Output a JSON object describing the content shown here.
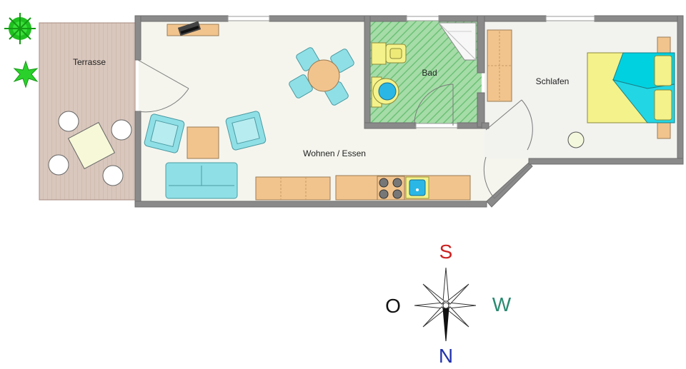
{
  "rooms": {
    "terrace": "Terrasse",
    "living": "Wohnen / Essen",
    "bath": "Bad",
    "bedroom": "Schlafen"
  },
  "compass": {
    "top": "S",
    "right": "W",
    "bottom": "N",
    "left": "O",
    "colors": {
      "S": "#cc2222",
      "W": "#2a8a70",
      "N": "#2233aa",
      "O": "#111111"
    }
  },
  "colors": {
    "wall": "#8a8a8a",
    "floor": "#f5f5ee",
    "terrace_floor": "#d9c7bd",
    "bath_floor": "#8ed19a",
    "furniture_wood": "#f2c48d",
    "furniture_blue": "#8fe0e6",
    "bed": "#f4f28a",
    "plant": "#2bd12b"
  }
}
